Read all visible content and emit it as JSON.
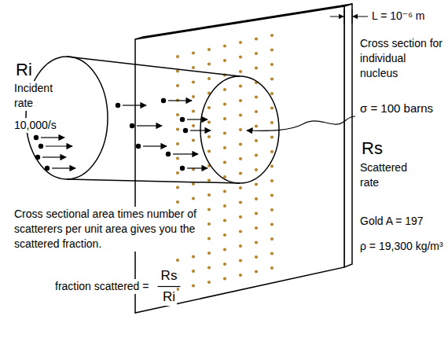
{
  "diagram": {
    "labels": [
      "L = 10⁻⁶ m",
      "Cross section for individual nucleus",
      "Ri",
      "Incident rate",
      "10,000/s",
      "σ = 100 barns",
      "Rs",
      "Scattered rate",
      "Gold A = 197",
      "ρ = 19,300 kg/m³",
      "Cross sectional area times number of scatterers per unit area gives you the scattered fraction.",
      "fraction scattered =",
      "Rs",
      "Ri"
    ]
  }
}
